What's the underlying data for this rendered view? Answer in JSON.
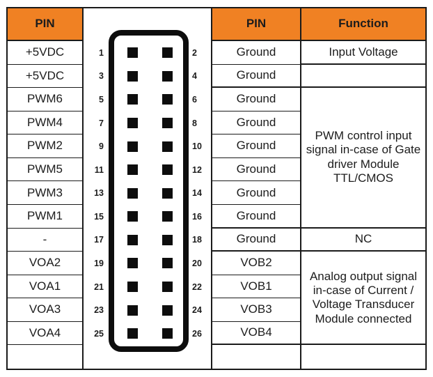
{
  "colors": {
    "header_bg": "#F08123",
    "line": "#1a1a1a",
    "text": "#1c1c1c",
    "connector": "#0d0d0d"
  },
  "headers": {
    "left_pin": "PIN",
    "right_pin": "PIN",
    "function": "Function"
  },
  "left_pin_labels": [
    "+5VDC",
    "+5VDC",
    "PWM6",
    "PWM4",
    "PWM2",
    "PWM5",
    "PWM3",
    "PWM1",
    "-",
    "VOA2",
    "VOA1",
    "VOA3",
    "VOA4",
    ""
  ],
  "right_pin_labels": [
    "Ground",
    "Ground",
    "Ground",
    "Ground",
    "Ground",
    "Ground",
    "Ground",
    "Ground",
    "Ground",
    "VOB2",
    "VOB1",
    "VOB3",
    "VOB4",
    ""
  ],
  "connector_pins": {
    "left_numbers": [
      "1",
      "3",
      "5",
      "7",
      "9",
      "11",
      "13",
      "15",
      "17",
      "19",
      "21",
      "23",
      "25"
    ],
    "right_numbers": [
      "2",
      "4",
      "6",
      "8",
      "10",
      "12",
      "14",
      "16",
      "18",
      "20",
      "22",
      "24",
      "26"
    ]
  },
  "function_cells": {
    "input_voltage": "Input Voltage",
    "row2_empty": "",
    "pwm_group": "PWM control input signal in-case of Gate driver Module TTL/CMOS",
    "nc": "NC",
    "analog_group": "Analog output signal in-case of Current / Voltage Transducer Module connected",
    "row14_empty": ""
  }
}
